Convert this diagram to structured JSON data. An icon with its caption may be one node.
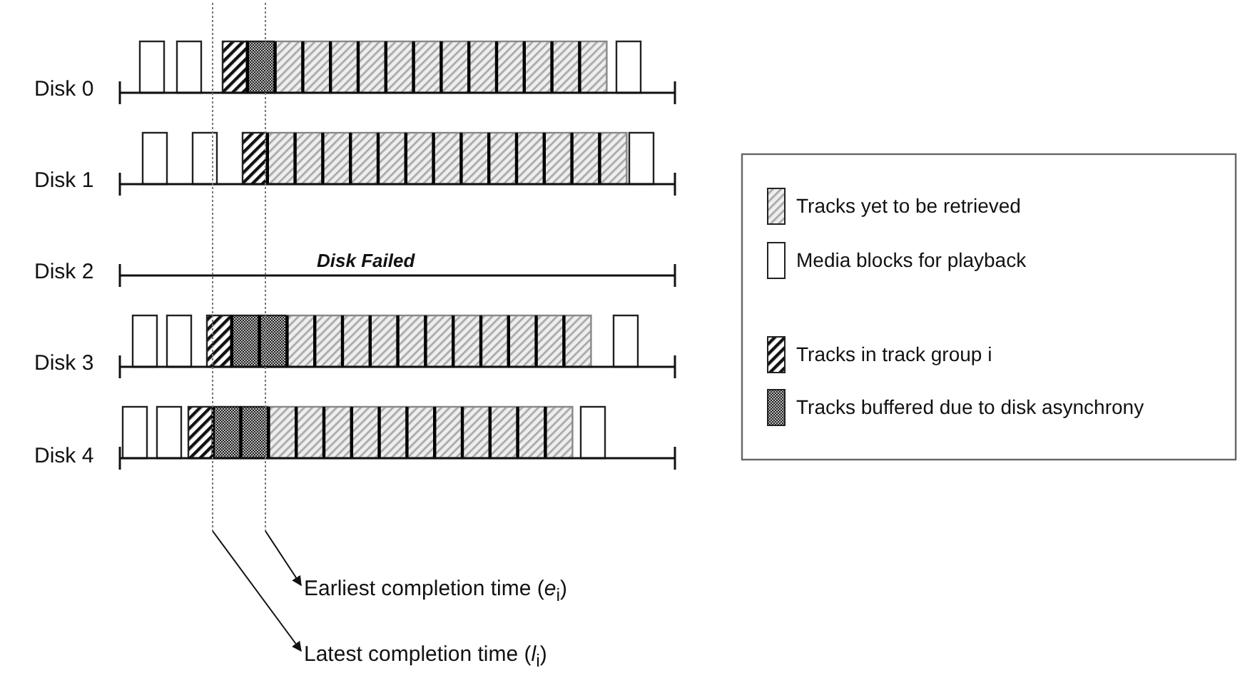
{
  "diagram": {
    "nodes": [
      {
        "text": [],
        "shape": "line"
      },
      {
        "text": [],
        "shape": "line"
      },
      {
        "text": [
          "Earliest completion time (*e*$_{i}$)"
        ]
      },
      {
        "text": [
          "Latest completion time (*l*$_{i}$)"
        ]
      }
    ],
    "edges": [
      {
        "from": 1,
        "to": 2,
        "arrow": "to"
      },
      {
        "from": 0,
        "to": 3,
        "arrow": "to"
      }
    ],
    "labels": [
      "Disk 0",
      "Disk 1",
      "Disk 2",
      "Disk 3",
      "Disk 4",
      "Disk Failed"
    ],
    "legend": [
      {
        "text": "Tracks yet to be retrieved"
      },
      {
        "text": "Media blocks for playback"
      },
      {
        "text": "Tracks in track group i"
      },
      {
        "text": "Tracks buffered due to disk asynchrony"
      }
    ]
  }
}
